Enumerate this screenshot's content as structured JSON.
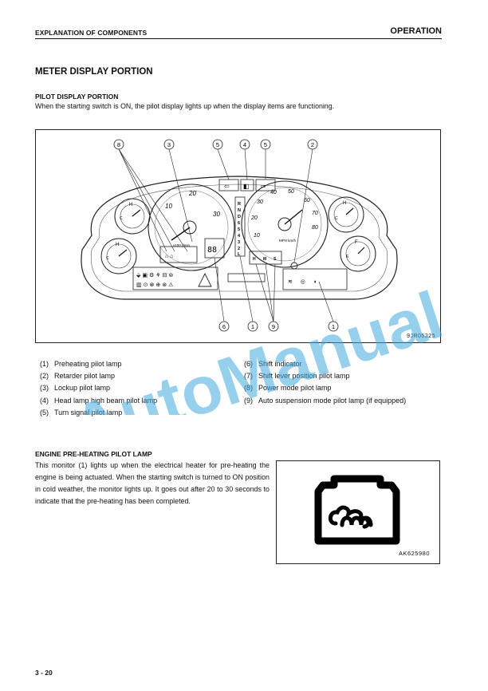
{
  "header": {
    "left": "EXPLANATION OF COMPONENTS",
    "right": "OPERATION"
  },
  "section_title": "METER DISPLAY PORTION",
  "subsection_title": "PILOT DISPLAY PORTION",
  "intro_text": "When the starting switch is ON, the pilot display lights up when the display items are functioning.",
  "figure": {
    "code": "9JR05225",
    "callouts": [
      "8",
      "3",
      "5",
      "4",
      "5",
      "2",
      "6",
      "1",
      "9",
      "1"
    ],
    "gauge_labels": {
      "tach_numbers": [
        "10",
        "20",
        "30"
      ],
      "speedo_numbers": [
        "10",
        "20",
        "30",
        "40",
        "50",
        "60",
        "70",
        "80"
      ],
      "shift_letters": [
        "R",
        "N",
        "D",
        "6",
        "5",
        "4",
        "3",
        "2",
        "L"
      ],
      "speedo_unit": "MPH km/h",
      "tach_unit": "x100 r/min",
      "gauge_h": "H",
      "gauge_c": "C",
      "gauge_f": "F",
      "gauge_e": "E",
      "mode_labels": [
        "H",
        "M",
        "S"
      ]
    }
  },
  "legend_left": [
    {
      "num": "(1)",
      "label": "Preheating pilot lamp"
    },
    {
      "num": "(2)",
      "label": "Retarder pilot lamp"
    },
    {
      "num": "(3)",
      "label": "Lockup pilot lamp"
    },
    {
      "num": "(4)",
      "label": "Head lamp high beam pilot lamp"
    },
    {
      "num": "(5)",
      "label": "Turn signal pilot lamp"
    }
  ],
  "legend_right": [
    {
      "num": "(6)",
      "label": "Shift indicator"
    },
    {
      "num": "(7)",
      "label": "Shift lever position pilot lamp"
    },
    {
      "num": "(8)",
      "label": "Power mode pilot lamp"
    },
    {
      "num": "(9)",
      "label": "Auto suspension mode pilot lamp (if equipped)"
    }
  ],
  "engine_section": {
    "title": "ENGINE PRE-HEATING PILOT LAMP",
    "paragraph": "This monitor (1) lights up when the electrical heater for pre-heating the engine is being actuated.  When the starting switch is turned to ON position in cold weather, the monitor lights up.  It goes out after 20 to 30 seconds to indicate that the pre-heating has been completed.",
    "figure_code": "AK625980"
  },
  "watermark": "AutoManual",
  "page_number": "3 - 20",
  "colors": {
    "watermark": "#3fa9dc",
    "text": "#111111"
  }
}
